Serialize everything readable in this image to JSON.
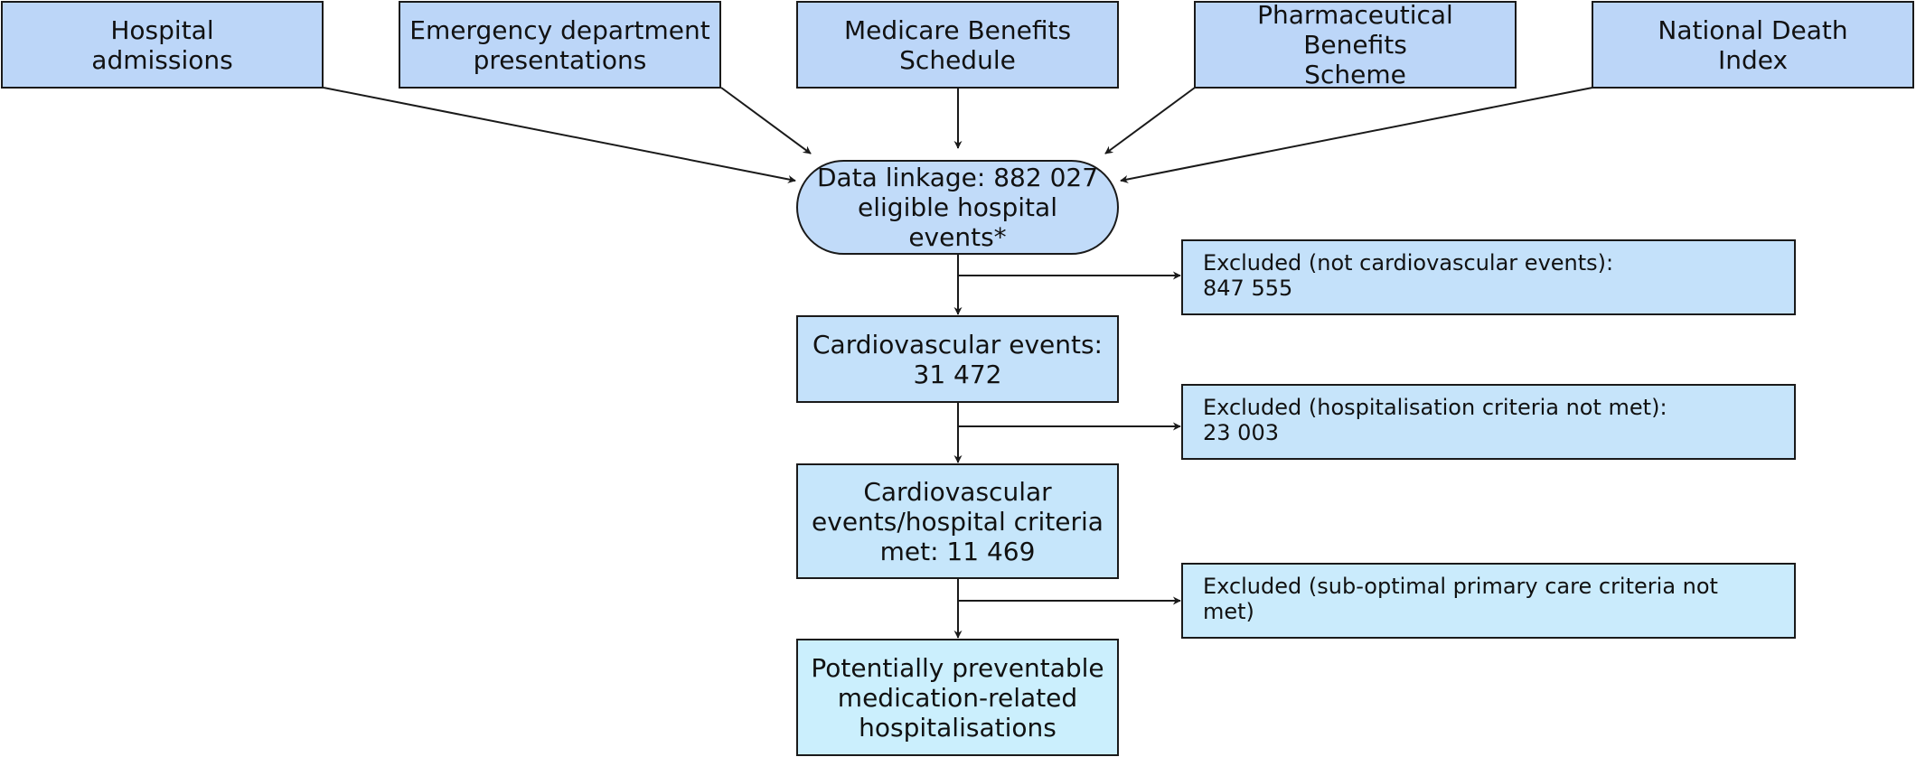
{
  "sources": [
    {
      "label": "Hospital\nadmissions"
    },
    {
      "label": "Emergency department\npresentations"
    },
    {
      "label": "Medicare Benefits\nSchedule"
    },
    {
      "label": "Pharmaceutical Benefits\nScheme"
    },
    {
      "label": "National Death\nIndex"
    }
  ],
  "flow": {
    "linkage": "Data linkage: 882 027\neligible hospital events*",
    "cardiovascular": "Cardiovascular events:\n31 472",
    "criteria_met": "Cardiovascular\nevents/hospital criteria\nmet: 11 469",
    "preventable": "Potentially preventable\nmedication-related\nhospitalisations"
  },
  "exclusions": {
    "not_cardiovascular": "Excluded (not cardiovascular events):\n847 555",
    "hospitalisation": "Excluded (hospitalisation criteria not met):\n23 003",
    "primary_care": "Excluded (sub-optimal primary care criteria not met)"
  },
  "colors": {
    "source_fill": "#bcd6f8",
    "linkage_fill": "#c1dbf9",
    "cardio_fill": "#c4e1fa",
    "criteria_fill": "#c6e6fb",
    "preventable_fill": "#cbeffd",
    "stroke": "#1a1a1a"
  }
}
